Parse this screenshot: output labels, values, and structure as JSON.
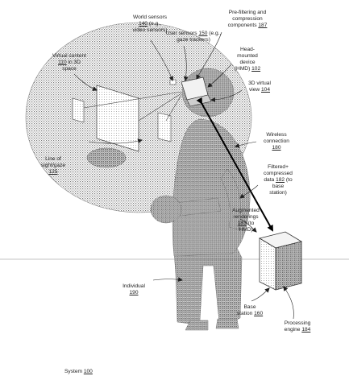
{
  "colors": {
    "stipple": "#9a9a9a",
    "stipple_dark": "#6e6e6e",
    "ink": "#222222",
    "arrow": "#000000"
  },
  "labels": {
    "world_sensors": {
      "line1": "World sensors",
      "line2a": "140",
      "line2b": " (e.g.,",
      "line3": "video sensors)"
    },
    "prefilter": {
      "line1": "Pre-filtering and",
      "line2": "compression",
      "line3a": "components ",
      "line3b": "187"
    },
    "user_sensors": {
      "line1a": "User sensors ",
      "line1b": "150",
      "line1c": " (e.g.,",
      "line2": "gaze trackers)"
    },
    "virtual_content": {
      "line1": "Virtual content",
      "line2a": "110",
      "line2b": " in 3D",
      "line3": "space"
    },
    "hmd": {
      "line1": "Head-",
      "line2": "mounted",
      "line3": "device",
      "line4a": "(HMD) ",
      "line4b": "102"
    },
    "view3d": {
      "line1": "3D virtual",
      "line2a": "view ",
      "line2b": "104"
    },
    "wireless": {
      "line1": "Wireless",
      "line2": "connection",
      "line3": "180"
    },
    "line_of_sight": {
      "line1": "Line of",
      "line2": "sight/gaze",
      "line3": "125"
    },
    "filtered": {
      "line1": "Filtered+",
      "line2": "compressed",
      "line3a": "data ",
      "line3b": "182",
      "line3c": " (to",
      "line4": "base",
      "line5": "station)"
    },
    "augmented": {
      "line1": "Augmented",
      "line2": "renderings",
      "line3a": "183",
      "line3b": " (to",
      "line4": "HMD)"
    },
    "individual": {
      "line1": "Individual",
      "line2": "190"
    },
    "base_station": {
      "line1": "Base",
      "line2a": "station ",
      "line2b": "160"
    },
    "processing_engine": {
      "line1": "Processing",
      "line2a": "engine ",
      "line2b": "184"
    },
    "system": {
      "line1a": "System ",
      "line1b": "100"
    }
  }
}
